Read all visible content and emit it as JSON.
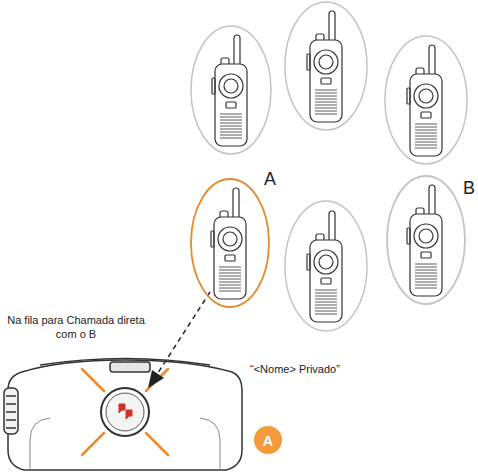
{
  "diagram": {
    "nodes": [
      {
        "text": [
          "A"
        ]
      },
      {
        "text": [
          "B"
        ]
      },
      {
        "text": [
          "A"
        ]
      }
    ],
    "labels": [
      "Na fila para Chamada direta com o B",
      "“<Nome> Privado”"
    ]
  }
}
